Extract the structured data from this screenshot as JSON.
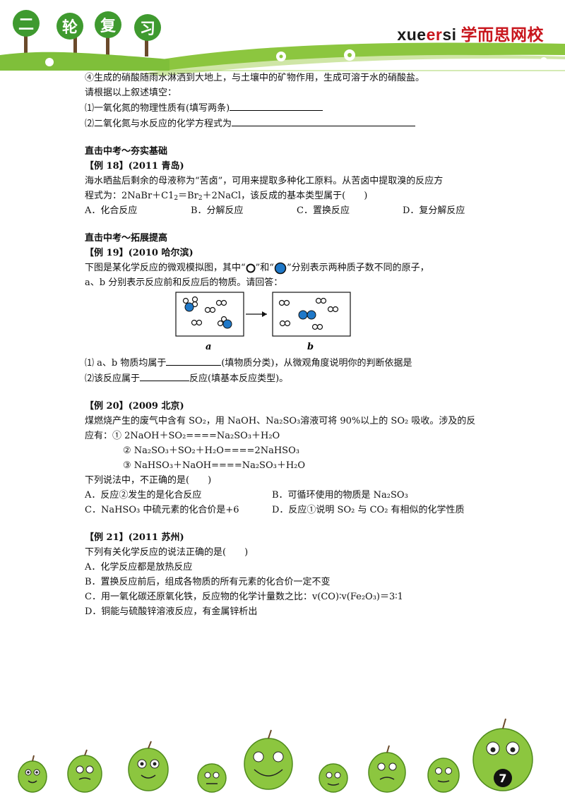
{
  "header": {
    "series_chars": [
      "二",
      "轮",
      "复",
      "习"
    ],
    "brand_prefix": "xue",
    "brand_highlight": "er",
    "brand_suffix": "si",
    "brand_cn": "学而思网校"
  },
  "intro": {
    "line4": "④生成的硝酸随雨水淋洒到大地上，与土壤中的矿物作用，生成可溶于水的硝酸盐。",
    "prompt": "请根据以上叙述填空：",
    "q1": "⑴一氧化氮的物理性质有(填写两条)",
    "q2": "⑵二氧化氮与水反应的化学方程式为"
  },
  "section1": "直击中考～夯实基础",
  "ex18": {
    "label": "【例 18】(2011 青岛)",
    "line1": "海水晒盐后剩余的母液称为“苦卤”，可用来提取多种化工原料。从苦卤中提取溴的反应方",
    "line2_a": "程式为：2NaBr＋C1",
    "line2_b": "＝Br",
    "line2_c": "＋2NaCl，该反成的基本类型属于(　　)",
    "options": [
      "A．化合反应",
      "B．分解反应",
      "C．置换反应",
      "D．复分解反应"
    ]
  },
  "section2": "直击中考～拓展提高",
  "ex19": {
    "label": "【例 19】(2010 哈尔滨)",
    "line1_a": "下图是某化学反应的微观模拟图，其中“",
    "line1_b": "”和“",
    "line1_c": "”分别表示两种质子数不同的原子，",
    "line2": "a、b 分别表示反应前和反应后的物质。请回答：",
    "label_a": "a",
    "label_b": "b",
    "q1_a": "⑴ a、b 物质均属于",
    "q1_b": "(填物质分类)，从微观角度说明你的判断依据是",
    "q2_a": "⑵该反应属于",
    "q2_b": "反应(填基本反应类型)。"
  },
  "ex20": {
    "label": "【例 20】(2009 北京)",
    "line1": "煤燃烧产生的废气中含有 SO₂，用 NaOH、Na₂SO₃溶液可将 90%以上的 SO₂ 吸收。涉及的反",
    "line2": "应有：① 2NaOH＋SO₂====Na₂SO₃＋H₂O",
    "line3": "② Na₂SO₃＋SO₂＋H₂O====2NaHSO₃",
    "line4": "③ NaHSO₃＋NaOH====Na₂SO₃＋H₂O",
    "question": "下列说法中，不正确的是(　　)",
    "options": [
      "A．反应②发生的是化合反应",
      "B．可循环使用的物质是 Na₂SO₃",
      "C．NaHSO₃ 中硫元素的化合价是+6",
      "D．反应①说明 SO₂ 与 CO₂ 有相似的化学性质"
    ]
  },
  "ex21": {
    "label": "【例 21】(2011 苏州)",
    "question": "下列有关化学反应的说法正确的是(　　)",
    "options": [
      "A．化学反应都是放热反应",
      "B．置换反应前后，组成各物质的所有元素的化合价一定不变",
      "C．用一氧化碳还原氧化铁，反应物的化学计量数之比：v(CO)∶v(Fe₂O₃)＝3∶1",
      "D．铜能与硫酸锌溶液反应，有金属锌析出"
    ]
  },
  "footer": {
    "page_number": "7"
  },
  "colors": {
    "brand_red": "#c8161d",
    "header_green": "#8cc63f",
    "atom_blue": "#1f78c8"
  }
}
